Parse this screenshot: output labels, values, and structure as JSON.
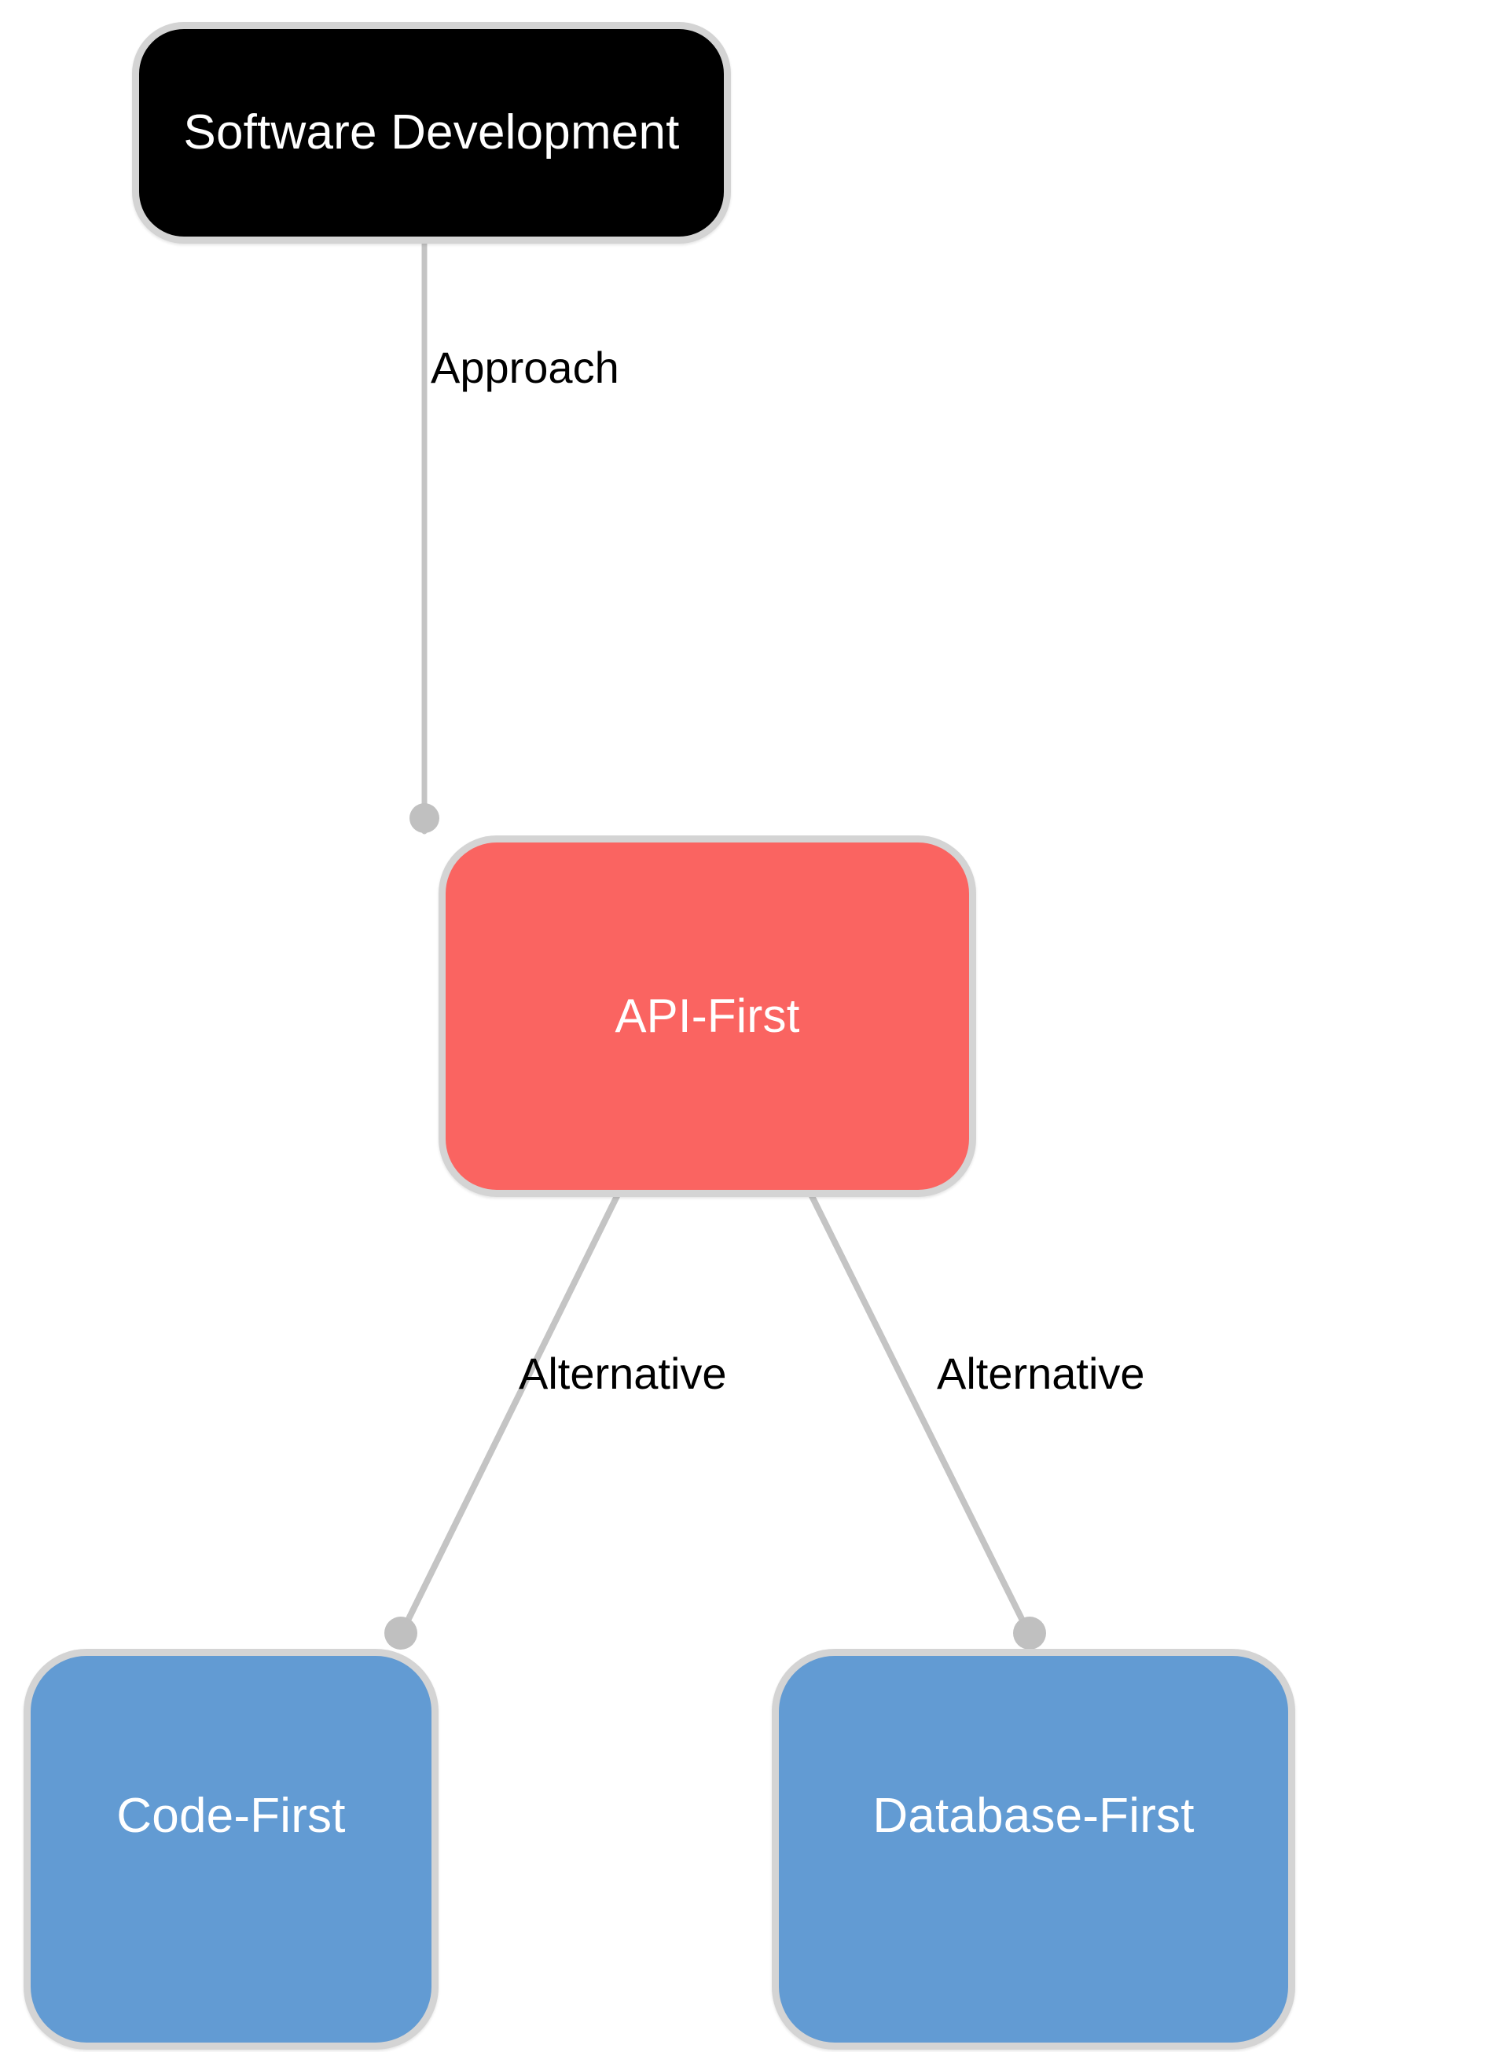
{
  "diagram": {
    "type": "mind-map",
    "background": "#ffffff",
    "stroke_color": "#c4c4c4",
    "border_color": "#d4d4d4",
    "nodes": [
      {
        "id": "root",
        "label": "Software Development",
        "fill": "#000000",
        "text_color": "#ffffff",
        "shape": "rounded-rectangle"
      },
      {
        "id": "api-first",
        "label": "API-First",
        "fill": "#fa6461",
        "text_color": "#ffffff",
        "shape": "rounded-rectangle"
      },
      {
        "id": "code-first",
        "label": "Code-First",
        "fill": "#629bd3",
        "text_color": "#ffffff",
        "shape": "rounded-rectangle"
      },
      {
        "id": "database-first",
        "label": "Database-First",
        "fill": "#629bd3",
        "text_color": "#ffffff",
        "shape": "rounded-rectangle"
      }
    ],
    "edges": [
      {
        "id": "e1",
        "from": "root",
        "to": "api-first",
        "label": "Approach"
      },
      {
        "id": "e2",
        "from": "api-first",
        "to": "code-first",
        "label": "Alternative"
      },
      {
        "id": "e3",
        "from": "api-first",
        "to": "database-first",
        "label": "Alternative"
      }
    ]
  }
}
